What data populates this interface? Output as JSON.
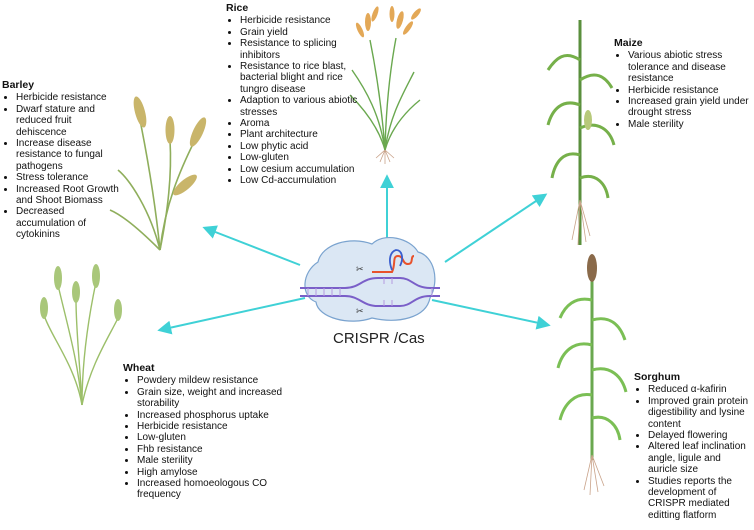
{
  "center": {
    "label": "CRISPR /Cas"
  },
  "colors": {
    "arrow": "#3fd1d6",
    "cell": "#dbe7f4",
    "dna": "#7a5fc8",
    "guide": "#e8522c"
  },
  "crops": {
    "rice": {
      "title": "Rice",
      "traits": [
        "Herbicide resistance",
        "Grain yield",
        "Resistance to splicing inhibitors",
        "Resistance to rice blast, bacterial blight and rice tungro disease",
        "Adaption to various abiotic stresses",
        "Aroma",
        "Plant architecture",
        "Low phytic acid",
        "Low-gluten",
        "Low cesium accumulation",
        "Low Cd-accumulation"
      ]
    },
    "barley": {
      "title": "Barley",
      "traits": [
        "Herbicide resistance",
        "Dwarf stature and reduced fruit dehiscence",
        "Increase disease resistance to fungal pathogens",
        "Stress tolerance",
        "Increased Root Growth and Shoot Biomass",
        "Decreased accumulation of cytokinins"
      ]
    },
    "maize": {
      "title": "Maize",
      "traits": [
        "Various abiotic stress tolerance and disease resistance",
        "Herbicide resistance",
        "Increased grain yield under drought stress",
        "Male sterility"
      ]
    },
    "wheat": {
      "title": "Wheat",
      "traits": [
        "Powdery mildew resistance",
        "Grain size, weight and increased storability",
        "Increased phosphorus uptake",
        "Herbicide resistance",
        "Low-gluten",
        "Fhb resistance",
        "Male sterility",
        "High amylose",
        "Increased homoeologous CO frequency"
      ]
    },
    "sorghum": {
      "title": "Sorghum",
      "traits": [
        "Reduced α-kafirin",
        "Improved grain protein digestibility and lysine content",
        "Delayed flowering",
        "Altered leaf inclination angle, ligule and auricle size",
        "Studies reports the development of CRISPR mediated editting flatform"
      ]
    }
  }
}
